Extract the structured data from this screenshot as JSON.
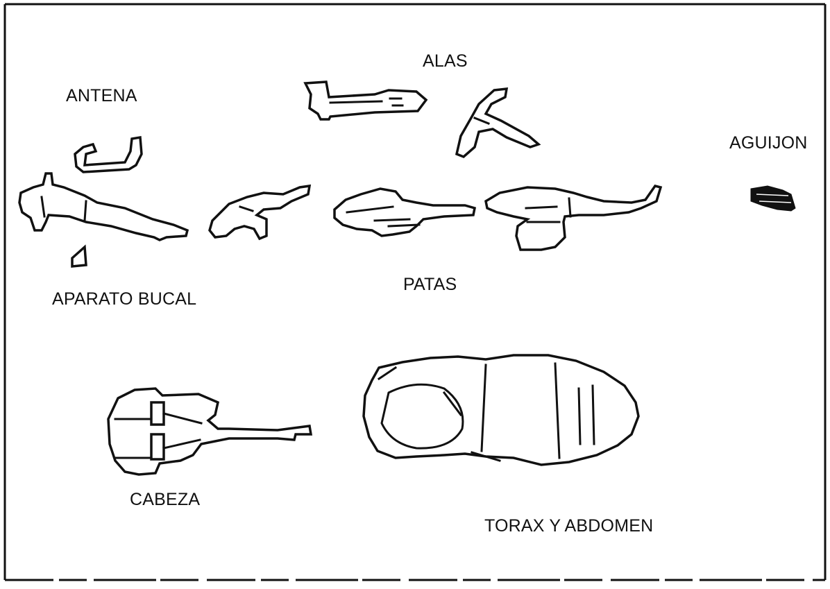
{
  "labels": {
    "alas": "ALAS",
    "antena": "ANTENA",
    "aguijon": "AGUIJON",
    "aparato_bucal": "APARATO BUCAL",
    "patas": "PATAS",
    "cabeza": "CABEZA",
    "torax_abdomen": "TORAX Y ABDOMEN"
  },
  "colors": {
    "ink": "#111111",
    "paper": "#ffffff"
  }
}
